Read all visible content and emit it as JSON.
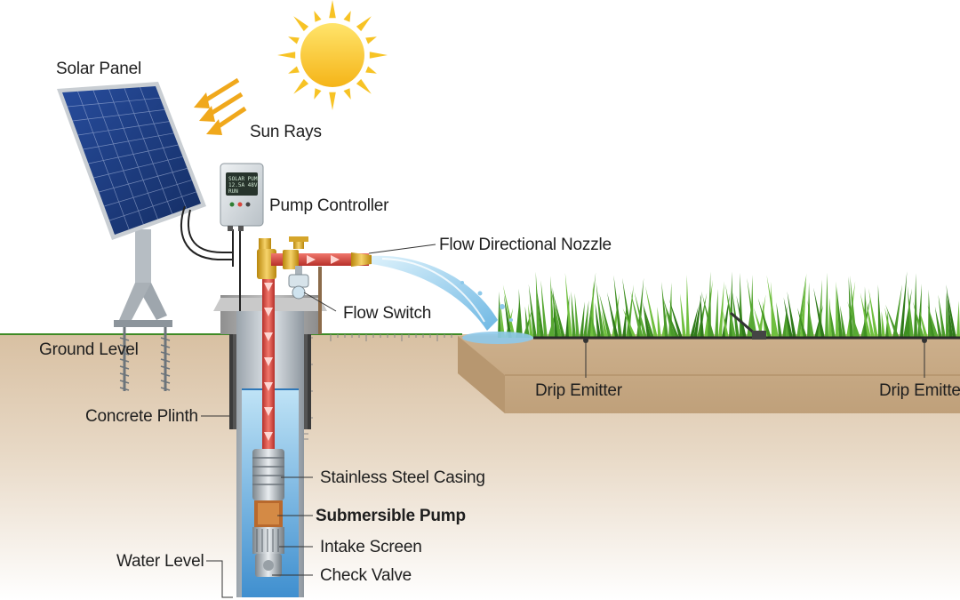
{
  "labels": {
    "solar_panel": "Solar Panel",
    "sun_rays": "Sun Rays",
    "pump_controller": "Pump Controller",
    "flow_directional_nozzle": "Flow Directional Nozzle",
    "flow_switch": "Flow Switch",
    "ground_level": "Ground Level",
    "concrete_plinth": "Concrete Plinth",
    "drip_emitter_1": "Drip Emitter",
    "drip_emitter_2": "Drip Emitte",
    "stainless_steel_casing": "Stainless Steel Casing",
    "submersible_pump": "Submersible Pump",
    "intake_screen": "Intake Screen",
    "check_valve": "Check Valve",
    "water_level": "Water Level"
  },
  "controller_display": {
    "line1": "SOLAR PUMP",
    "line2": "12.5A 48V",
    "line3": "RUN"
  },
  "colors": {
    "sun": "#f7c325",
    "rays": "#f0a81c",
    "panel_cells": "#1f3f86",
    "grass": "#4a9a2a",
    "soil": "#dcc4a6",
    "water": "#9fd0ee",
    "pipe": "#d8453b",
    "brass": "#d4a21f",
    "concrete": "#a9a9a9"
  },
  "icons": [
    "sun-icon",
    "sun-rays-arrows-icon",
    "solar-panel-icon",
    "pump-controller-icon",
    "flow-switch-icon",
    "nozzle-icon",
    "submersible-pump-icon",
    "drip-emitter-icon",
    "sprinkler-icon"
  ]
}
